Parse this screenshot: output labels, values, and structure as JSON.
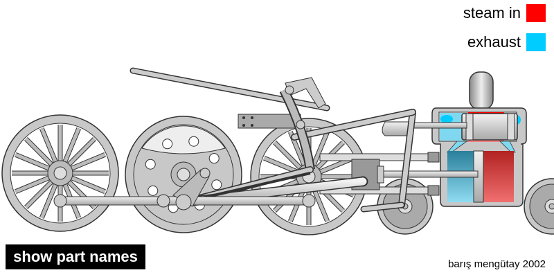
{
  "legend": [
    {
      "label": "steam in",
      "color": "#ff0000"
    },
    {
      "label": "exhaust",
      "color": "#00ccff"
    }
  ],
  "button": {
    "label": "show part names"
  },
  "credit": "barış mengütay 2002",
  "colors": {
    "metal": "#c8c8c8",
    "metal_dark": "#999999",
    "outline": "#333333",
    "steam_in": "#ff0000",
    "exhaust": "#00ccff"
  }
}
